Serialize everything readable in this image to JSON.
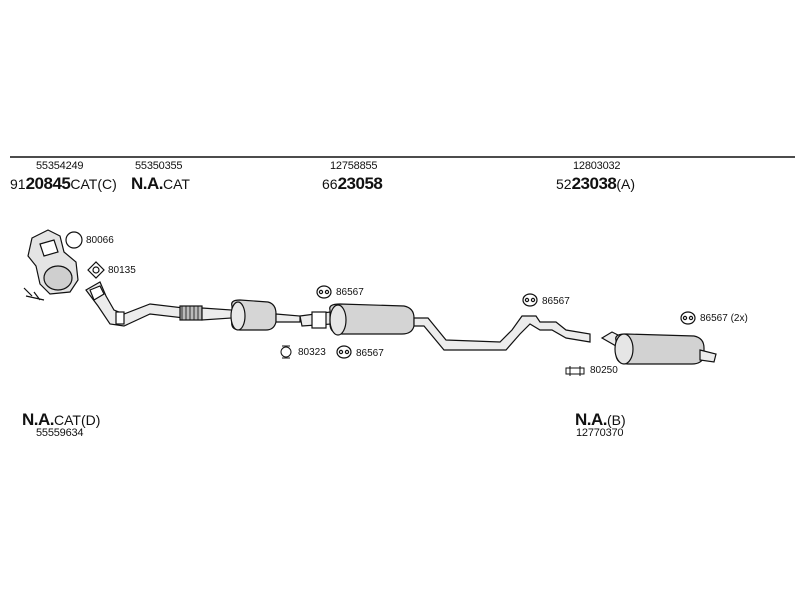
{
  "groups": [
    {
      "oe": "55354249",
      "prefix": "91",
      "main": "20845",
      "suffix": "CAT(C)"
    },
    {
      "oe": "55350355",
      "prefix": "",
      "main": "N.A.",
      "suffix": "CAT"
    },
    {
      "oe": "12758855",
      "prefix": "66",
      "main": "23058",
      "suffix": ""
    },
    {
      "oe": "12803032",
      "prefix": "52",
      "main": "23038",
      "suffix": "(A)"
    }
  ],
  "bottom_groups": [
    {
      "main": "N.A.",
      "suffix": "CAT(D)",
      "oe": "55559634"
    },
    {
      "main": "N.A.",
      "suffix": "(B)",
      "oe": "12770370"
    }
  ],
  "hardware": [
    {
      "number": "80066",
      "icon": "ring-gasket-icon"
    },
    {
      "number": "80135",
      "icon": "flange-gasket-icon"
    },
    {
      "number": "86567",
      "icon": "rubber-hanger-icon"
    },
    {
      "number": "80323",
      "icon": "clamp-icon"
    },
    {
      "number": "86567",
      "icon": "rubber-hanger-icon"
    },
    {
      "number": "86567",
      "icon": "rubber-hanger-icon"
    },
    {
      "number": "86567 (2x)",
      "icon": "rubber-hanger-icon"
    },
    {
      "number": "80250",
      "icon": "mounting-bracket-icon"
    }
  ],
  "colors": {
    "line": "#111111",
    "pipe_fill": "#e8e8e8",
    "muffler_fill": "#d4d4d4"
  }
}
